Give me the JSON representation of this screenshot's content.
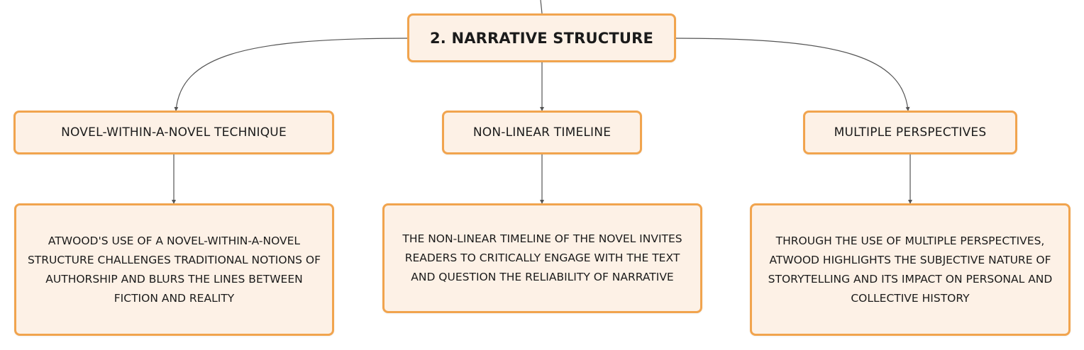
{
  "mindmap": {
    "root": {
      "label": "2. NARRATIVE STRUCTURE"
    },
    "branches": [
      {
        "label": "NOVEL-WITHIN-A-NOVEL TECHNIQUE",
        "detail": "ATWOOD'S USE OF A NOVEL-WITHIN-A-NOVEL STRUCTURE CHALLENGES TRADITIONAL NOTIONS OF AUTHORSHIP AND BLURS THE LINES BETWEEN FICTION AND REALITY"
      },
      {
        "label": "NON-LINEAR TIMELINE",
        "detail": "THE NON-LINEAR TIMELINE OF THE NOVEL INVITES READERS TO CRITICALLY ENGAGE WITH THE TEXT AND QUESTION THE RELIABILITY OF NARRATIVE"
      },
      {
        "label": "MULTIPLE PERSPECTIVES",
        "detail": "THROUGH THE USE OF MULTIPLE PERSPECTIVES, ATWOOD HIGHLIGHTS THE SUBJECTIVE NATURE OF STORYTELLING AND ITS IMPACT ON PERSONAL AND COLLECTIVE HISTORY"
      }
    ]
  },
  "colors": {
    "node_fill": "#fdf1e6",
    "node_border": "#f1a44e",
    "connector": "#555555",
    "text": "#1b1b1b"
  }
}
